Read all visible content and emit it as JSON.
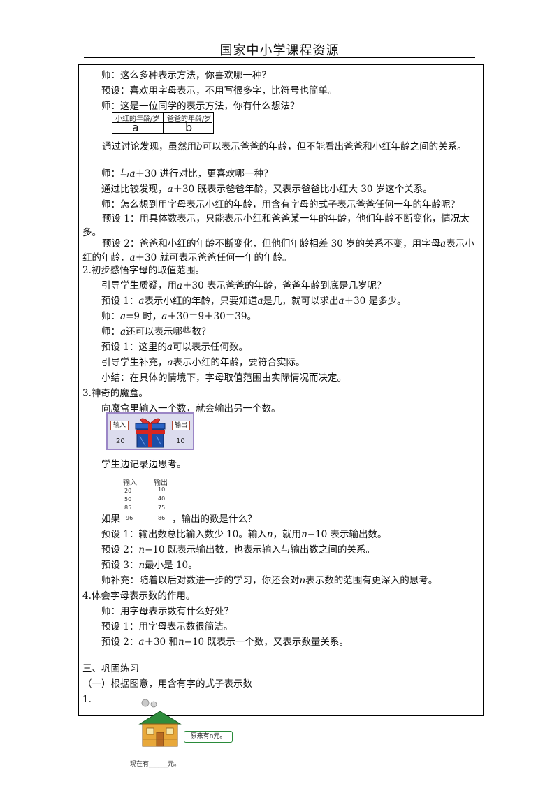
{
  "header": {
    "title": "国家中小学课程资源"
  },
  "lines": [
    "师：这么多种表示方法，你喜欢哪一种？",
    "预设：喜欢用字母表示，不用写很多字，比符号也简单。",
    "师：这是一位同学的表示方法，你有什么想法？",
    "通过讨论发现，虽然用",
    "b",
    "可以表示爸爸的年龄，但不能看出爸爸和小红年龄之间的关系。",
    "师：与",
    "a",
    "＋30 进行对比，更喜欢哪一种？",
    "通过比较发现，",
    "＋30 既表示爸爸年龄，又表示爸爸比小红大 30 岁这个关系。",
    "师：怎么想到用字母表示小红的年龄，用含有字母的式子表示爸爸任何一年的年龄呢？",
    "预设 1：用具体数表示，只能表示小红和爸爸某一年的年龄，他们年龄不断变化，情况太多。",
    "预设 2：爸爸和小红的年龄不断变化，但他们年龄相差 30 岁的关系不变，用字母",
    "表示小红的年龄，",
    "＋30 就可表示爸爸任何一年的年龄。",
    "2.初步感悟字母的取值范围。",
    "引导学生质疑，用",
    "＋30 表示爸爸的年龄，爸爸年龄到底是几岁呢？",
    "预设 1：",
    "表示小红的年龄，只要知道",
    "是几，就可以求出",
    "＋30 是多少。",
    "师：",
    "=9 时，",
    "＋30＝9＋30＝39。",
    "师：",
    "还可以表示哪些数？",
    "预设 1：这里的",
    "可以表示任何数。",
    "引导学生补充，",
    "表示小红的年龄，要符合实际。",
    "小结：在具体的情境下，字母取值范围由实际情况而决定。",
    "3.神奇的魔盒。",
    "向魔盒里输入一个数，就会输出另一个数。",
    "学生边记录边思考。",
    "如果",
    "，输出的数是什么？",
    "预设 1：输出数总比输入数少 10。输入",
    "n",
    "，就用",
    "−10 表示输出数。",
    "预设 2：",
    "−10 既表示输出数，也表示输入与输出数之间的关系。",
    "预设 3：",
    "最小是 10。",
    "师补充：随着以后对数进一步的学习，你还会对",
    "表示数的范围有更深入的思考。",
    "4.体会字母表示数的作用。",
    "师：用字母表示数有什么好处？",
    "预设 1：用字母表示数很简洁。",
    "预设 2：",
    "＋30 和",
    "−10 既表示一个数，又表示数量关系。",
    "三、巩固练习",
    "（一）根据图意，用含有字的式子表示数",
    "1."
  ],
  "table_img": {
    "h1": "小红的年龄/岁",
    "h2": "爸爸的年龄/岁",
    "v1": "a",
    "v2": "b"
  },
  "magic_box": {
    "in_label": "输入",
    "out_label": "输出",
    "in_value": "20",
    "out_value": "10"
  },
  "record": {
    "h_in": "输入",
    "h_out": "输出",
    "rows": [
      [
        "20",
        "10"
      ],
      [
        "50",
        "40"
      ],
      [
        "85",
        "75"
      ],
      [
        "96",
        "86"
      ]
    ]
  },
  "exercise": {
    "sign": "原来有n元。",
    "caption": "现在有______元。"
  }
}
